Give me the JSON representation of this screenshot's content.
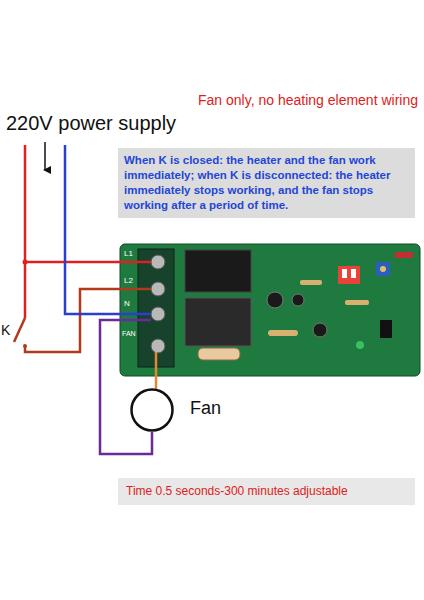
{
  "diagram": {
    "title": "Fan only, no heating element wiring",
    "nodes": [
      {
        "text": [
          "When K is closed: the heater and the fan work immediately; when K is disconnected: the heater immediately stops working, and the fan stops working after a period of time."
        ]
      },
      {
        "text": [
          "Fan"
        ]
      },
      {
        "text": [
          "Time 0.5 seconds-300 minutes adjustable"
        ]
      }
    ],
    "labels": [
      "220V power supply",
      "K",
      "L1",
      "L2",
      "N",
      "FAN"
    ]
  }
}
